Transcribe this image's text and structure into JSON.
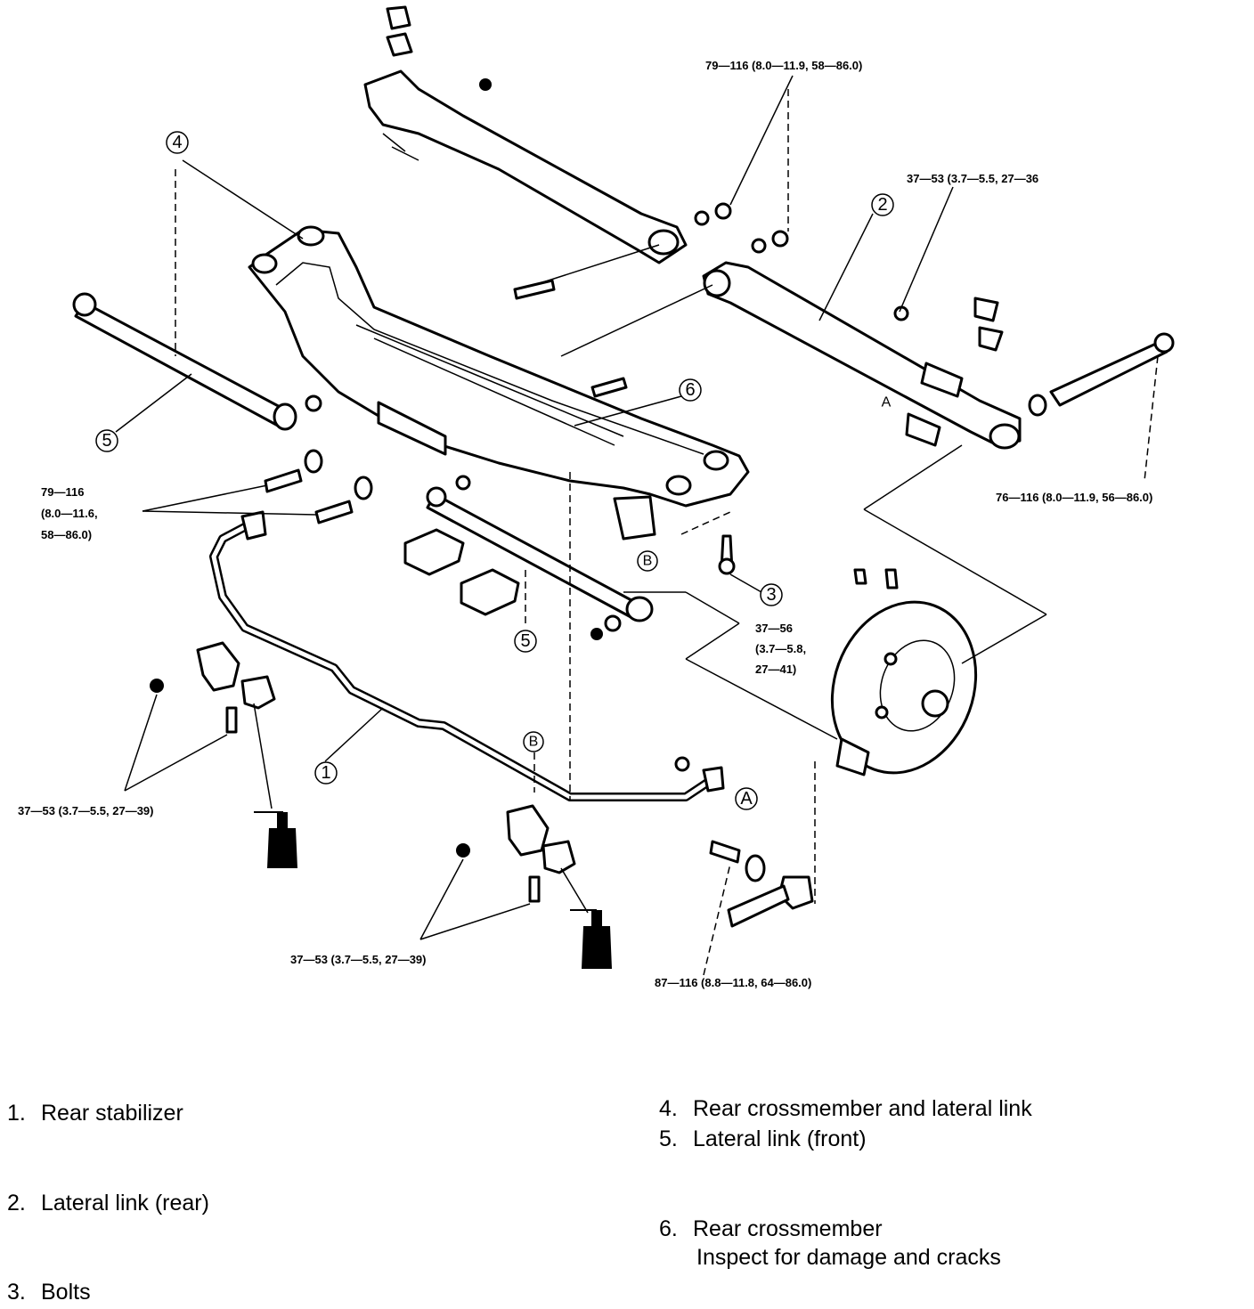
{
  "callouts": {
    "c1": "1",
    "c2": "2",
    "c3": "3",
    "c4": "4",
    "c5a": "5",
    "c5b": "5",
    "c6": "6",
    "cA": "A",
    "cB": "B",
    "cA_small": "A",
    "cB_small": "B"
  },
  "torque": {
    "t_top": "79—116 (8.0—11.9, 58—86.0)",
    "t_right_upper": "37—53 (3.7—5.5, 27—36",
    "t_right_mid": "76—116 (8.0—11.9, 56—86.0)",
    "t_left_1": "79—116",
    "t_left_2": "(8.0—11.6,",
    "t_left_3": "58—86.0)",
    "t_center_1": "37—56",
    "t_center_2": "(3.7—5.8,",
    "t_center_3": "27—41)",
    "t_bottom_left": "37—53 (3.7—5.5, 27—39)",
    "t_bottom_mid": "37—53 (3.7—5.5, 27—39)",
    "t_bottom_right": "87—116 (8.8—11.8, 64—86.0)"
  },
  "legend": {
    "item1": {
      "num": "1.",
      "text": "Rear stabilizer"
    },
    "item2": {
      "num": "2.",
      "text": "Lateral link (rear)"
    },
    "item3": {
      "num": "3.",
      "text": "Bolts"
    },
    "item4": {
      "num": "4.",
      "text": "Rear crossmember and lateral link"
    },
    "item5": {
      "num": "5.",
      "text": "Lateral link (front)"
    },
    "item6": {
      "num": "6.",
      "text": "Rear crossmember",
      "note": "Inspect for damage and cracks"
    }
  }
}
